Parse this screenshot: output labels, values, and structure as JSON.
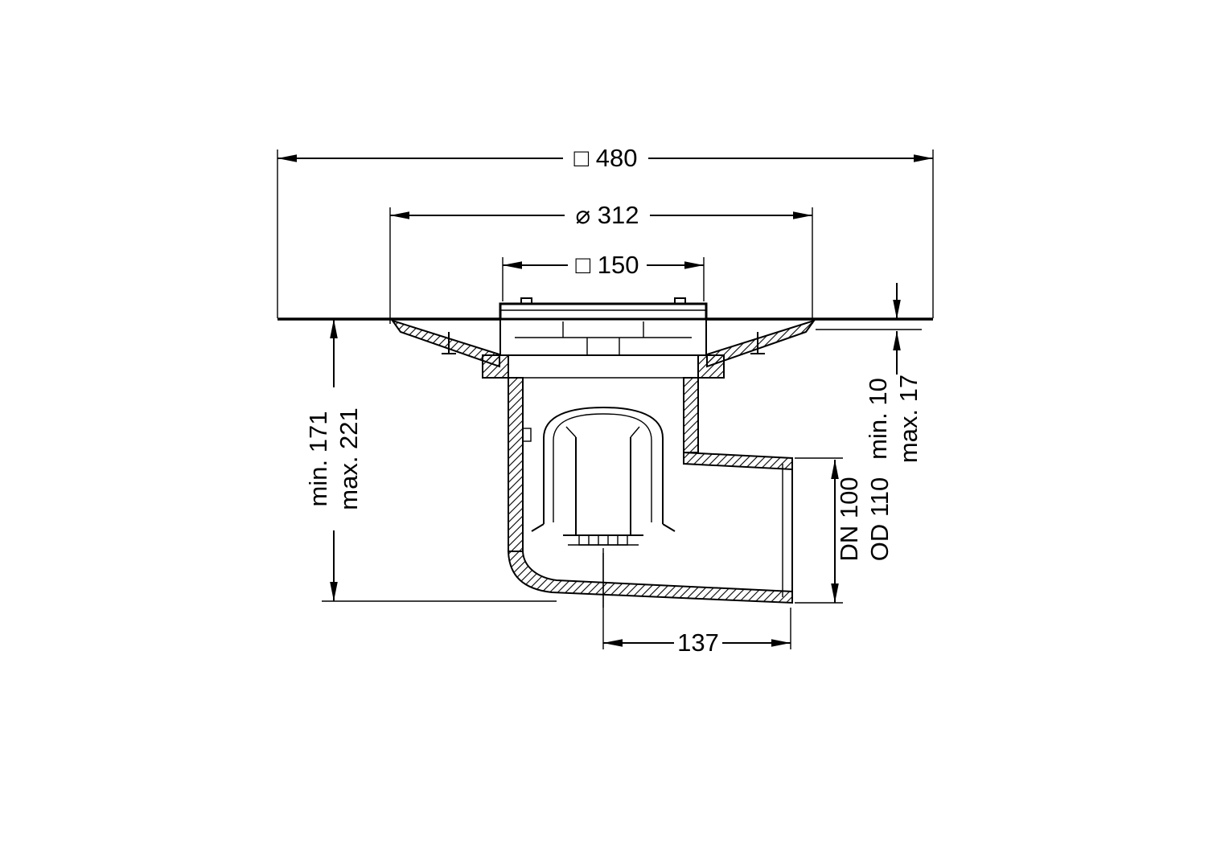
{
  "diagram": {
    "type": "technical-dimension-drawing",
    "subject": "floor-drain-cross-section",
    "background_color": "#ffffff",
    "line_color": "#000000",
    "dimensions": {
      "overall_width": "□ 480",
      "flange_diameter": "⌀ 312",
      "grating_size": "□ 150",
      "depth_min": "min. 171",
      "depth_max": "max. 221",
      "covering_min": "min. 10",
      "covering_max": "max. 17",
      "outlet_dn": "DN 100",
      "outlet_od": "OD 110",
      "outlet_offset": "137"
    }
  }
}
